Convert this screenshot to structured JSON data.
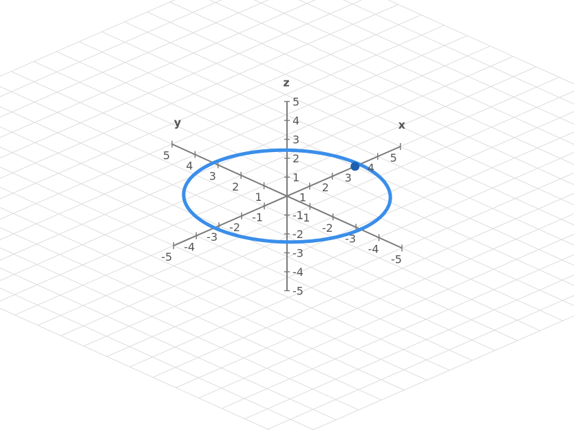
{
  "chart_data": {
    "type": "line",
    "projection": "3d",
    "axes": {
      "x": {
        "label": "x",
        "range": [
          -5,
          5
        ],
        "ticks": [
          -5,
          -4,
          -3,
          -2,
          -1,
          1,
          2,
          3,
          4,
          5
        ],
        "tick_labels": [
          "-5",
          "-4",
          "-3",
          "-2",
          "-1",
          "1",
          "2",
          "3",
          "4",
          "5"
        ]
      },
      "y": {
        "label": "y",
        "range": [
          -5,
          5
        ],
        "ticks": [
          -5,
          -4,
          -3,
          -2,
          -1,
          1,
          2,
          3,
          4,
          5
        ],
        "tick_labels": [
          "-5",
          "-4",
          "-3",
          "-2",
          "-1",
          "1",
          "2",
          "3",
          "4",
          "5"
        ]
      },
      "z": {
        "label": "z",
        "range": [
          -5,
          5
        ],
        "ticks": [
          -5,
          -4,
          -3,
          -2,
          -1,
          1,
          2,
          3,
          4,
          5
        ],
        "tick_labels": [
          "-5",
          "-4",
          "-3",
          "-2",
          "-1",
          "1",
          "2",
          "3",
          "4",
          "5"
        ]
      }
    },
    "grid": true,
    "series": [
      {
        "curve": "circle",
        "radius": 3.2,
        "z": 0,
        "start_angle_deg": -32,
        "sweep_deg": 380,
        "color": "#3a8eea"
      }
    ],
    "highlight_point": {
      "x": 3,
      "y": 0,
      "z": 0,
      "color": "#1f5fb0"
    }
  }
}
